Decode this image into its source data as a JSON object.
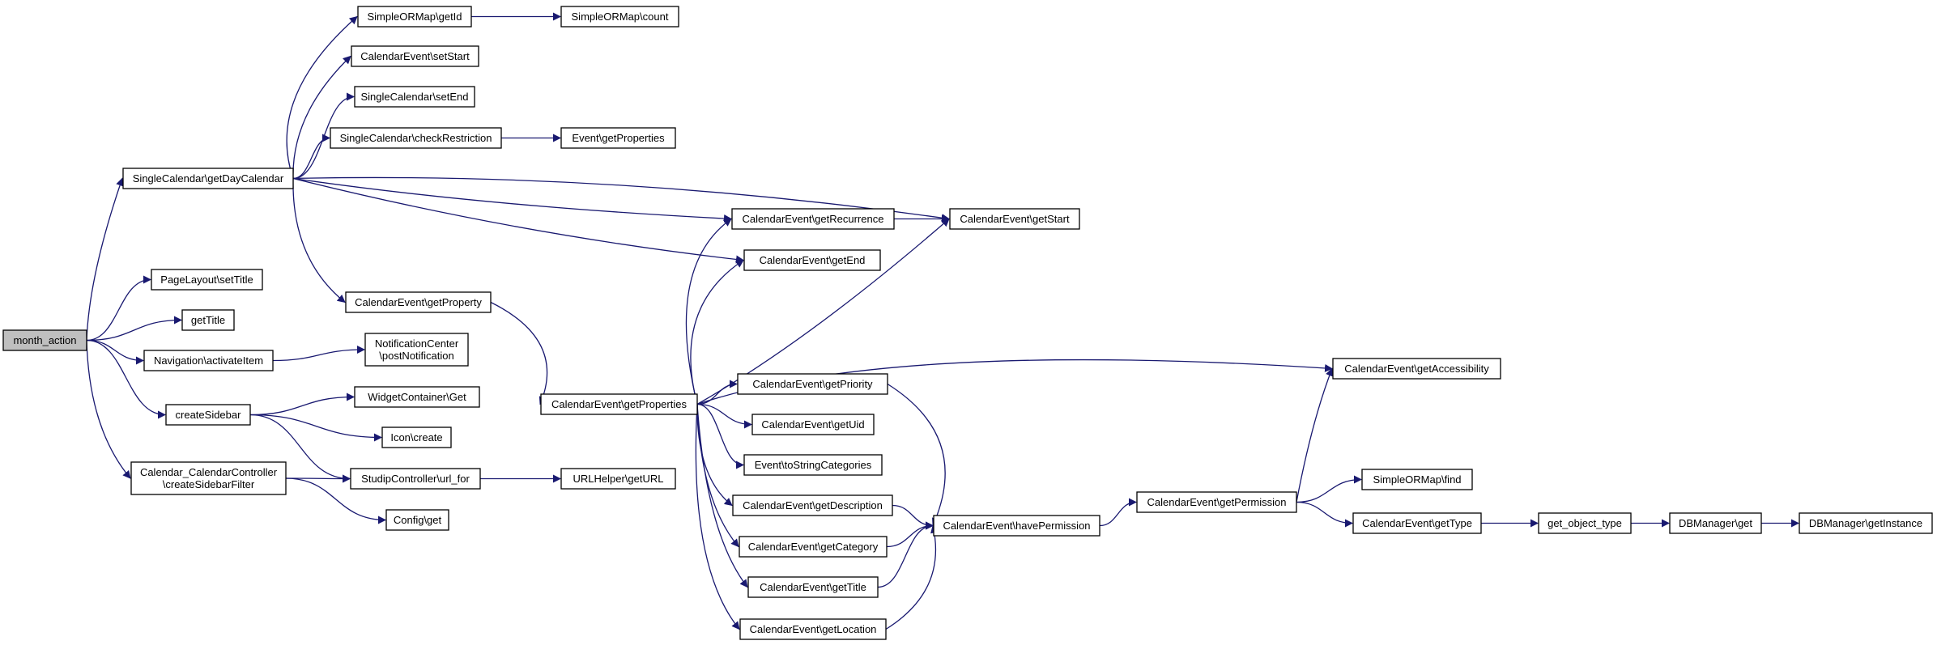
{
  "colors": {
    "edge": "#191970",
    "node_fill": "#ffffff",
    "root_fill": "#bfbfbf",
    "node_border": "#000000"
  },
  "nodes": {
    "month_action": [
      "month_action"
    ],
    "getDayCalendar": [
      "SingleCalendar\\getDayCalendar"
    ],
    "setTitle": [
      "PageLayout\\setTitle"
    ],
    "getTitle": [
      "getTitle"
    ],
    "activateItem": [
      "Navigation\\activateItem"
    ],
    "createSidebar": [
      "createSidebar"
    ],
    "createSidebarFilter": [
      "Calendar_CalendarController",
      "\\createSidebarFilter"
    ],
    "getId": [
      "SimpleORMap\\getId"
    ],
    "count": [
      "SimpleORMap\\count"
    ],
    "setStart": [
      "CalendarEvent\\setStart"
    ],
    "setEnd": [
      "SingleCalendar\\setEnd"
    ],
    "checkRestriction": [
      "SingleCalendar\\checkRestriction"
    ],
    "eventGetProperties": [
      "Event\\getProperties"
    ],
    "getProperty": [
      "CalendarEvent\\getProperty"
    ],
    "postNotification": [
      "NotificationCenter",
      "\\postNotification"
    ],
    "widgetGet": [
      "WidgetContainer\\Get"
    ],
    "iconCreate": [
      "Icon\\create"
    ],
    "urlFor": [
      "StudipController\\url_for"
    ],
    "configGet": [
      "Config\\get"
    ],
    "getURL": [
      "URLHelper\\getURL"
    ],
    "getProperties": [
      "CalendarEvent\\getProperties"
    ],
    "getRecurrence": [
      "CalendarEvent\\getRecurrence"
    ],
    "getStart": [
      "CalendarEvent\\getStart"
    ],
    "getEnd": [
      "CalendarEvent\\getEnd"
    ],
    "getPriority": [
      "CalendarEvent\\getPriority"
    ],
    "getUid": [
      "CalendarEvent\\getUid"
    ],
    "toStringCategories": [
      "Event\\toStringCategories"
    ],
    "getDescription": [
      "CalendarEvent\\getDescription"
    ],
    "getCategory": [
      "CalendarEvent\\getCategory"
    ],
    "ceGetTitle": [
      "CalendarEvent\\getTitle"
    ],
    "getLocation": [
      "CalendarEvent\\getLocation"
    ],
    "havePermission": [
      "CalendarEvent\\havePermission"
    ],
    "getAccessibility": [
      "CalendarEvent\\getAccessibility"
    ],
    "getPermission": [
      "CalendarEvent\\getPermission"
    ],
    "find": [
      "SimpleORMap\\find"
    ],
    "getType": [
      "CalendarEvent\\getType"
    ],
    "getObjectType": [
      "get_object_type"
    ],
    "dbGet": [
      "DBManager\\get"
    ],
    "getInstance": [
      "DBManager\\getInstance"
    ]
  },
  "edges": [
    [
      "month_action",
      "getDayCalendar"
    ],
    [
      "month_action",
      "setTitle"
    ],
    [
      "month_action",
      "getTitle"
    ],
    [
      "month_action",
      "activateItem"
    ],
    [
      "month_action",
      "createSidebar"
    ],
    [
      "month_action",
      "createSidebarFilter"
    ],
    [
      "getDayCalendar",
      "getId"
    ],
    [
      "getDayCalendar",
      "setStart"
    ],
    [
      "getDayCalendar",
      "setEnd"
    ],
    [
      "getDayCalendar",
      "checkRestriction"
    ],
    [
      "getDayCalendar",
      "getStart"
    ],
    [
      "getDayCalendar",
      "getRecurrence"
    ],
    [
      "getDayCalendar",
      "getEnd"
    ],
    [
      "getDayCalendar",
      "getProperty"
    ],
    [
      "getId",
      "count"
    ],
    [
      "checkRestriction",
      "eventGetProperties"
    ],
    [
      "getProperty",
      "getProperties"
    ],
    [
      "activateItem",
      "postNotification"
    ],
    [
      "createSidebar",
      "widgetGet"
    ],
    [
      "createSidebar",
      "iconCreate"
    ],
    [
      "createSidebar",
      "urlFor"
    ],
    [
      "createSidebarFilter",
      "urlFor"
    ],
    [
      "createSidebarFilter",
      "configGet"
    ],
    [
      "urlFor",
      "getURL"
    ],
    [
      "getRecurrence",
      "getStart"
    ],
    [
      "getProperties",
      "getRecurrence"
    ],
    [
      "getProperties",
      "getEnd"
    ],
    [
      "getProperties",
      "getStart"
    ],
    [
      "getProperties",
      "getAccessibility"
    ],
    [
      "getProperties",
      "getPriority"
    ],
    [
      "getProperties",
      "getUid"
    ],
    [
      "getProperties",
      "toStringCategories"
    ],
    [
      "getProperties",
      "getDescription"
    ],
    [
      "getProperties",
      "getCategory"
    ],
    [
      "getProperties",
      "ceGetTitle"
    ],
    [
      "getProperties",
      "getLocation"
    ],
    [
      "getPriority",
      "havePermission"
    ],
    [
      "getDescription",
      "havePermission"
    ],
    [
      "getCategory",
      "havePermission"
    ],
    [
      "ceGetTitle",
      "havePermission"
    ],
    [
      "getLocation",
      "havePermission"
    ],
    [
      "havePermission",
      "getPermission"
    ],
    [
      "getPermission",
      "getAccessibility"
    ],
    [
      "getPermission",
      "find"
    ],
    [
      "getPermission",
      "getType"
    ],
    [
      "getType",
      "getObjectType"
    ],
    [
      "getObjectType",
      "dbGet"
    ],
    [
      "dbGet",
      "getInstance"
    ]
  ]
}
